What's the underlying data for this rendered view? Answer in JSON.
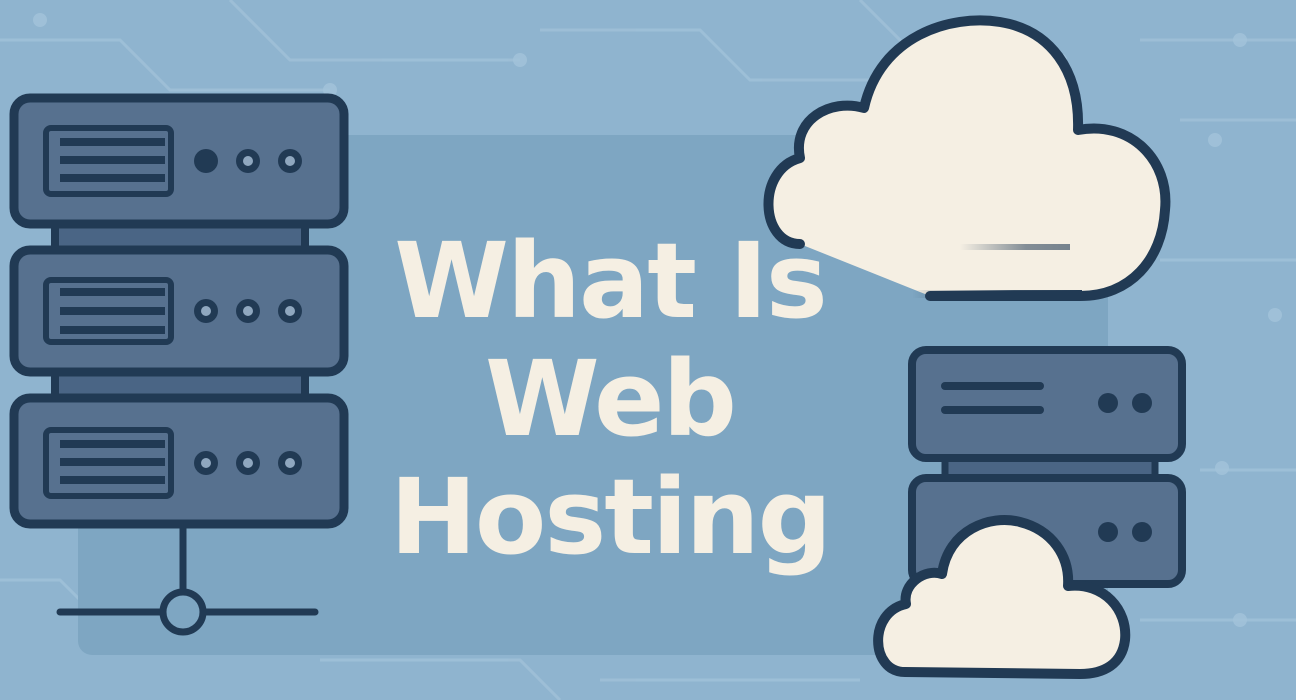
{
  "headline": {
    "line1": "What Is",
    "line2": "Web",
    "line3": "Hosting"
  },
  "icons": {
    "large_server_rack": "server-rack-icon",
    "network": "network-node-icon",
    "large_cloud": "cloud-icon",
    "small_server_rack": "server-rack-icon",
    "small_cloud": "cloud-icon"
  },
  "colors": {
    "background": "#8fb4cf",
    "panel": "#7ea6c2",
    "server_fill": "#57718f",
    "outline": "#213a54",
    "cloud_fill": "#f5efe3",
    "text": "#f5efe3"
  }
}
